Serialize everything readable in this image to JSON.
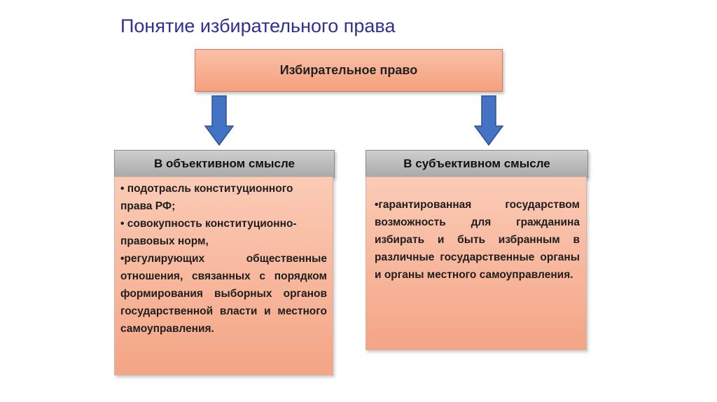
{
  "slide": {
    "title": "Понятие избирательного права"
  },
  "root": {
    "label": "Избирательное право"
  },
  "branches": [
    {
      "header": "В объективном смысле",
      "items": [
        "• подотрасль конституционного права РФ;",
        "• совокупность конституционно-правовых норм,",
        "•регулирующих общественные отношения, связанных с порядком формирования выборных органов государственной власти и местного самоуправления."
      ]
    },
    {
      "header": "В субъективном смысле",
      "items": [
        "•гарантированная государством возможность для гражданина избирать и быть избранным в различные государственные органы и органы местного самоуправления."
      ]
    }
  ],
  "colors": {
    "title": "#2e3192",
    "root_fill": "#f5a07d",
    "header_fill": "#a9a9a9",
    "body_fill": "#f4a585",
    "arrow_fill": "#4472c4"
  },
  "icons": {
    "connector": "arrow-down-icon"
  }
}
